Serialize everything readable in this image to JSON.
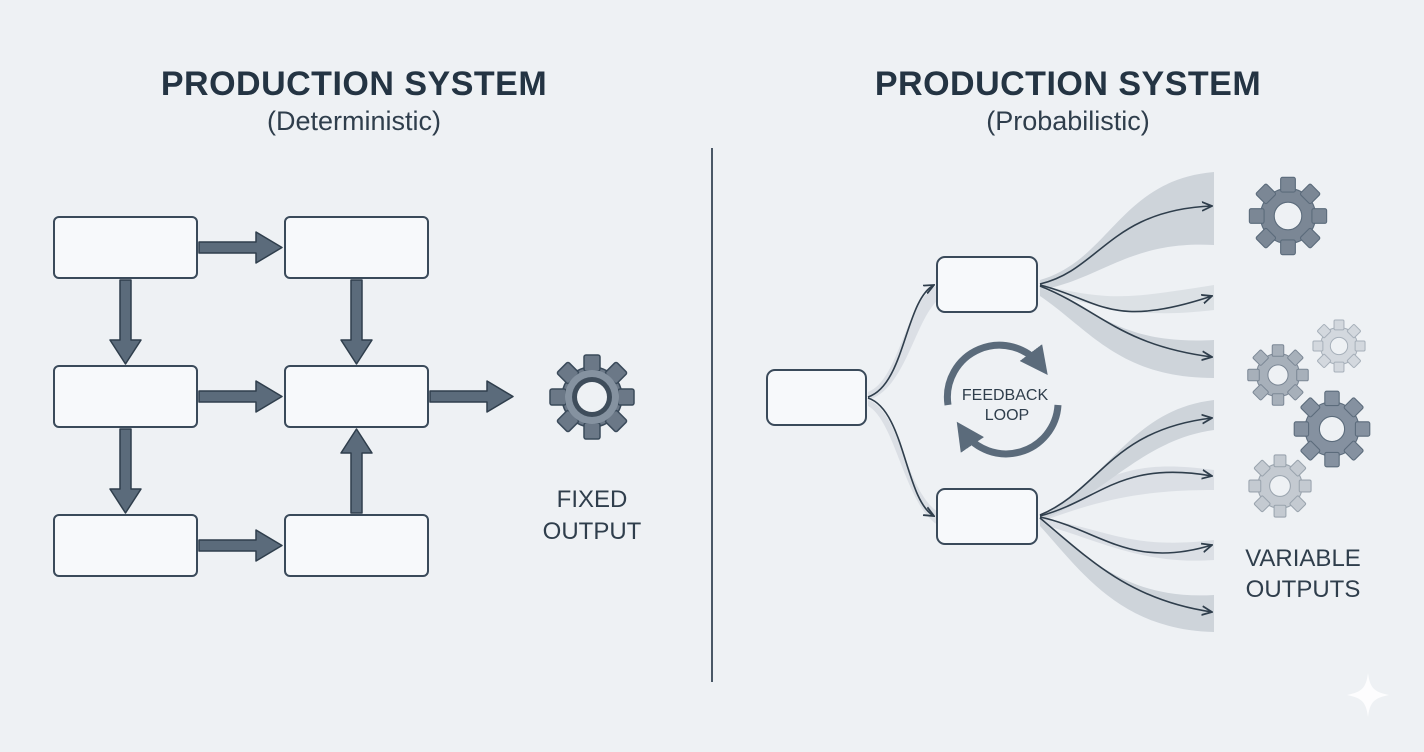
{
  "left": {
    "title": "PRODUCTION SYSTEM",
    "subtitle": "(Deterministic)",
    "output_label_line1": "FIXED",
    "output_label_line2": "OUTPUT"
  },
  "right": {
    "title": "PRODUCTION SYSTEM",
    "subtitle": "(Probabilistic)",
    "loop_label_line1": "FEEDBACK",
    "loop_label_line2": "LOOP",
    "output_label_line1": "VARIABLE",
    "output_label_line2": "OUTPUTS"
  },
  "colors": {
    "background": "#eef1f4",
    "stroke": "#3a4a5a",
    "arrow_fill": "#5b6b7b",
    "gear": "#6b7887",
    "gear_light": "#b9c1ca",
    "band": "#c3cad2"
  },
  "icons": [
    "gear-icon",
    "feedback-loop-icon",
    "sparkle-icon"
  ]
}
